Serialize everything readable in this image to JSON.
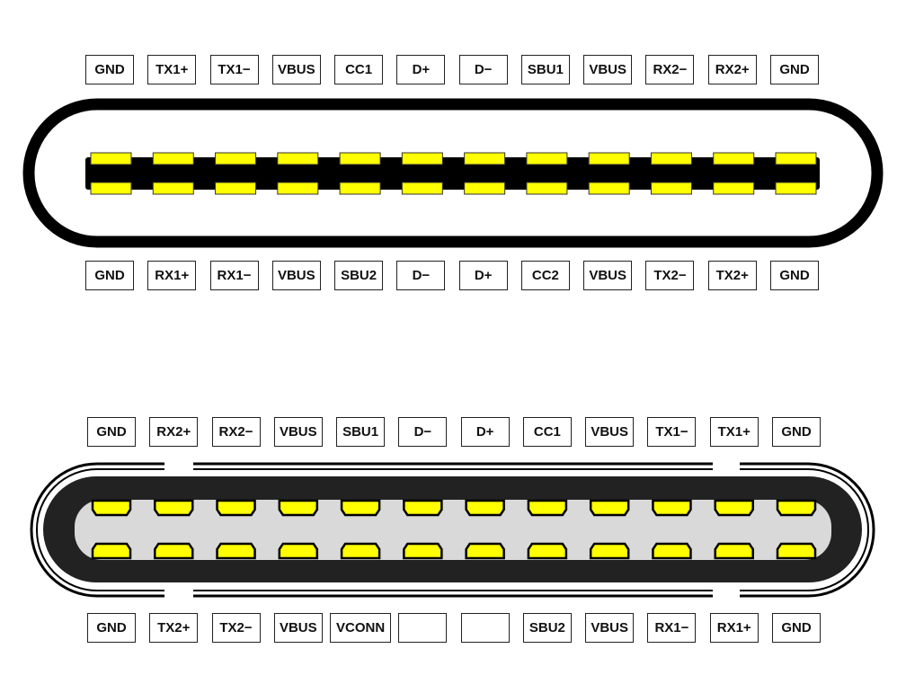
{
  "receptacle": {
    "top_labels": [
      "GND",
      "TX1+",
      "TX1−",
      "VBUS",
      "CC1",
      "D+",
      "D−",
      "SBU1",
      "VBUS",
      "RX2−",
      "RX2+",
      "GND"
    ],
    "bottom_labels": [
      "GND",
      "RX1+",
      "RX1−",
      "VBUS",
      "SBU2",
      "D−",
      "D+",
      "CC2",
      "VBUS",
      "TX2−",
      "TX2+",
      "GND"
    ]
  },
  "plug": {
    "top_labels": [
      "GND",
      "RX2+",
      "RX2−",
      "VBUS",
      "SBU1",
      "D−",
      "D+",
      "CC1",
      "VBUS",
      "TX1−",
      "TX1+",
      "GND"
    ],
    "bottom_labels": [
      "GND",
      "TX2+",
      "TX2−",
      "VBUS",
      "VCONN",
      "",
      "",
      "SBU2",
      "VBUS",
      "RX1−",
      "RX1+",
      "GND"
    ]
  },
  "colors": {
    "pin": "#ffff00",
    "shell": "#000000",
    "plug_body": "#222222",
    "plug_cavity": "#d9d9d9"
  }
}
